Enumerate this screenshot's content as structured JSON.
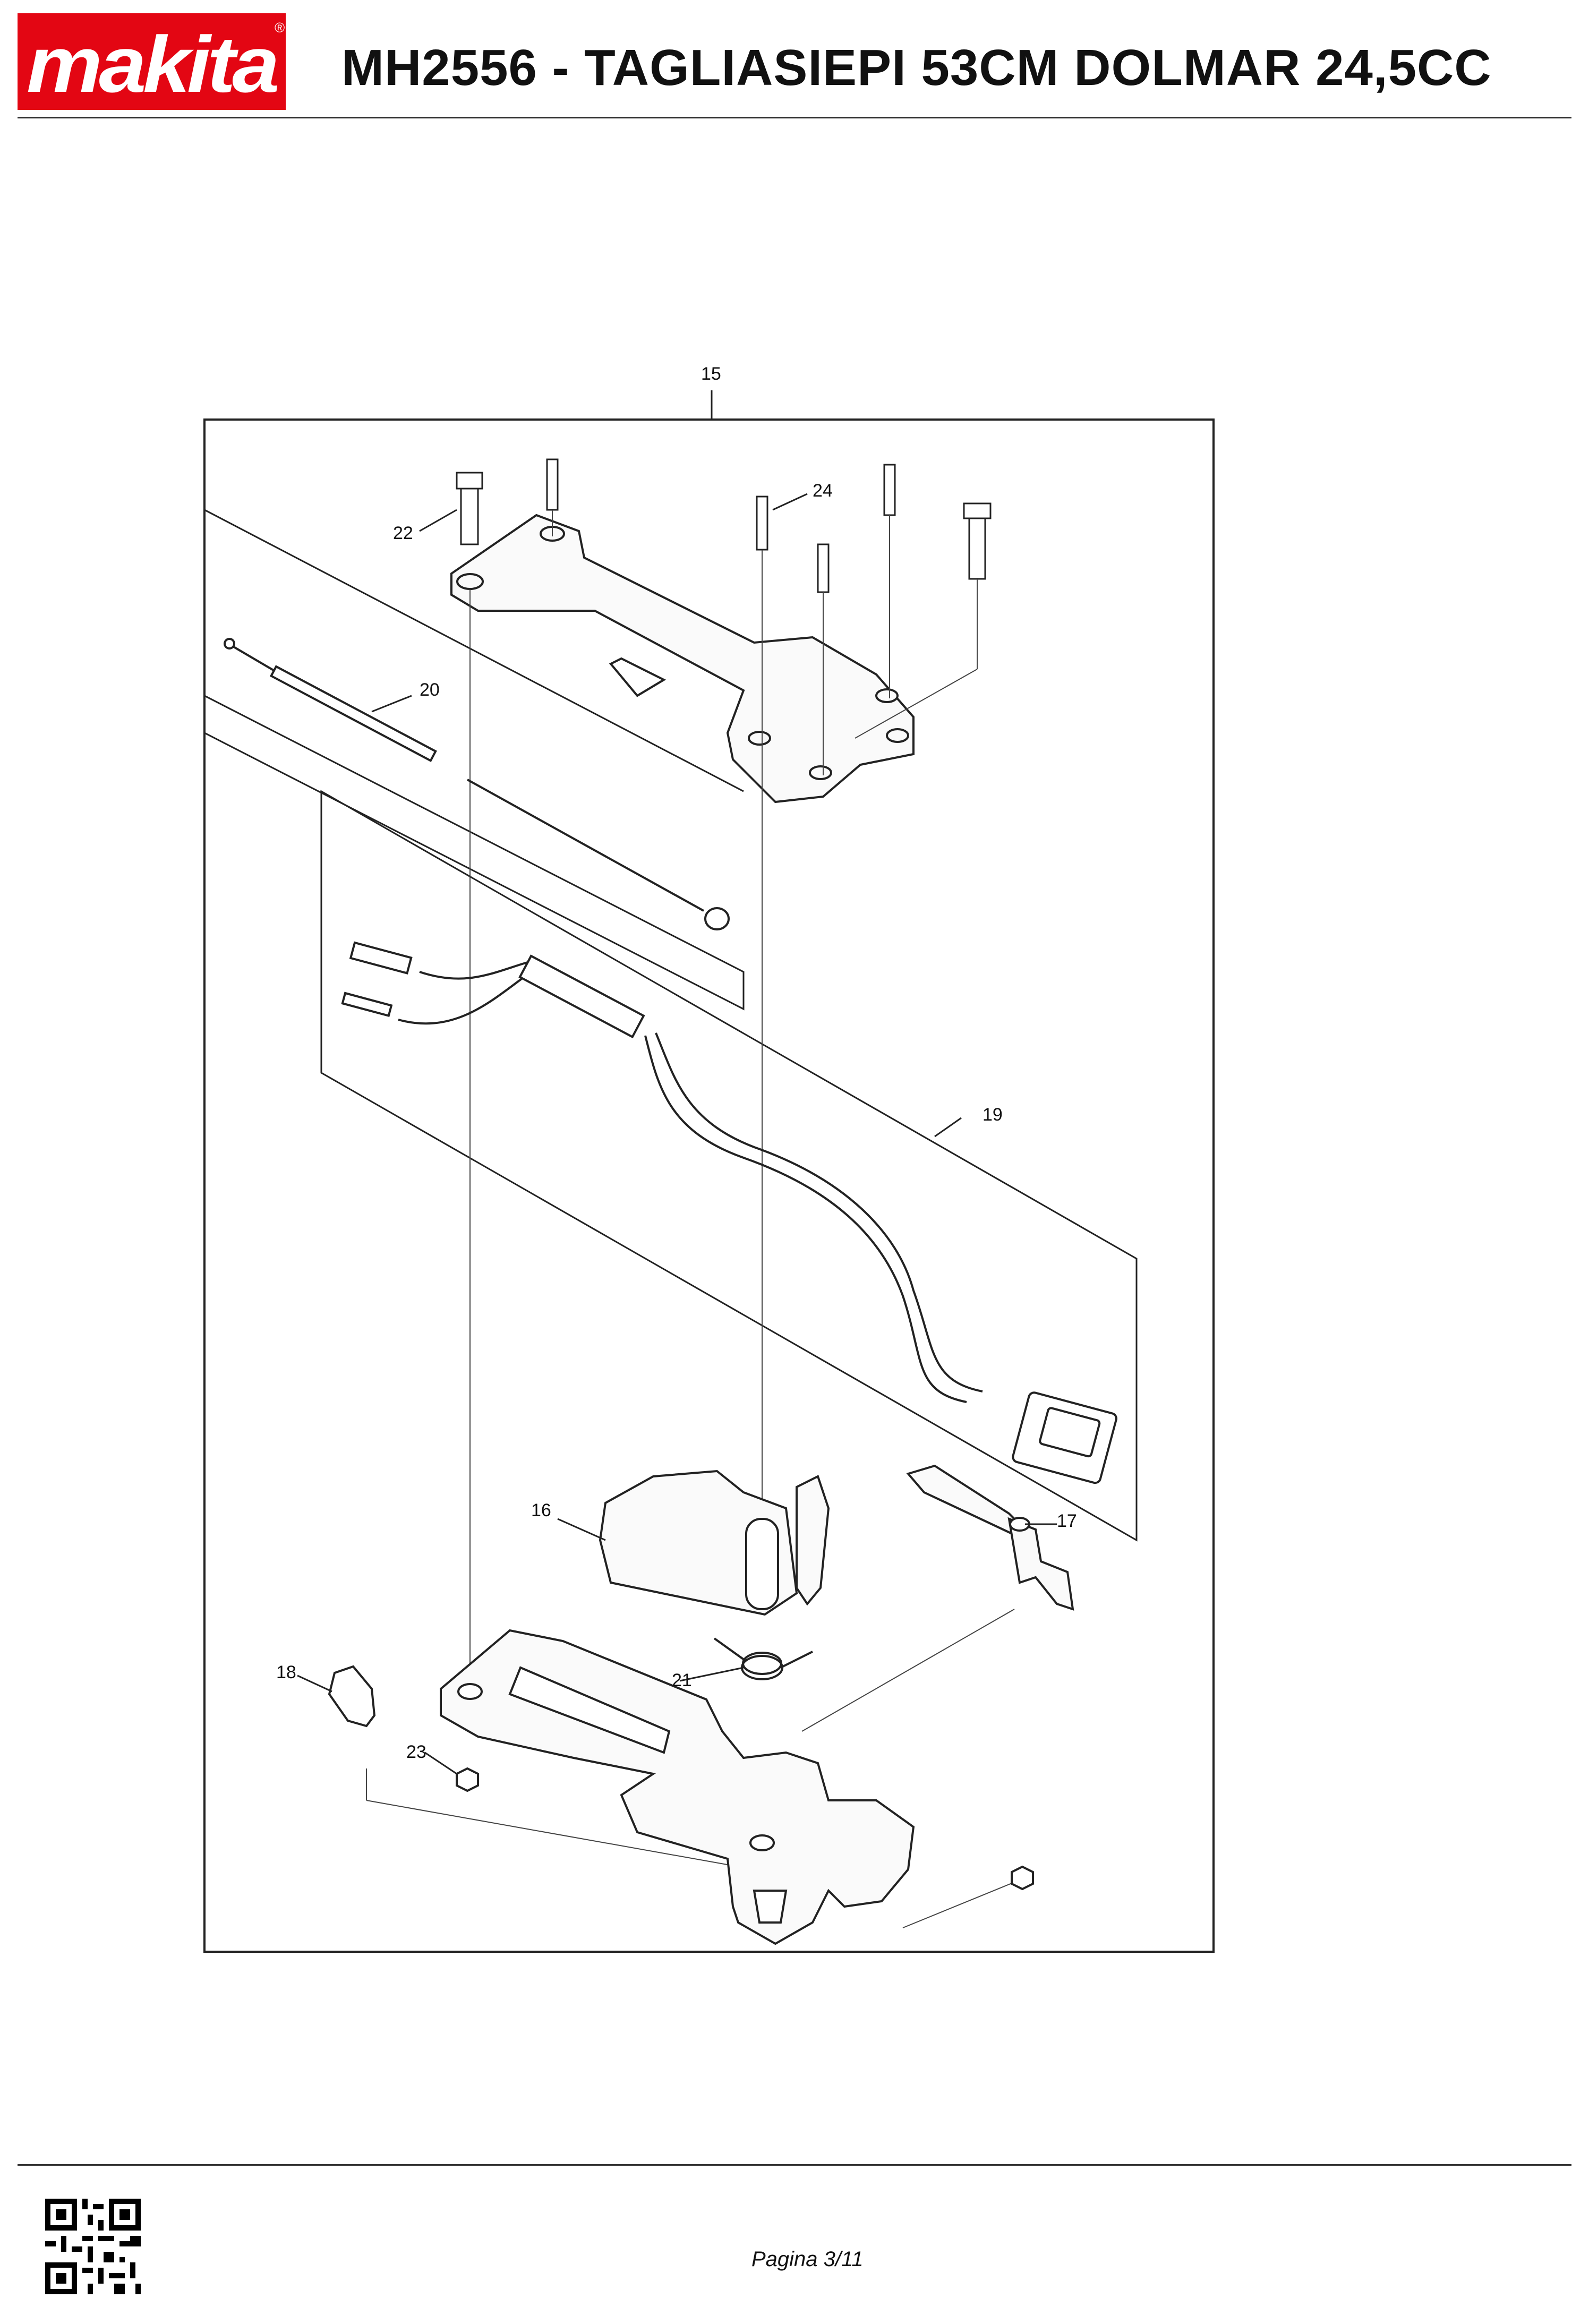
{
  "header": {
    "brand": "makita",
    "title": "MH2556 - TAGLIASIEPI 53CM DOLMAR 24,5CC",
    "brand_color": "#e30613"
  },
  "diagram": {
    "callouts": [
      "15",
      "16",
      "17",
      "18",
      "19",
      "20",
      "21",
      "22",
      "23",
      "24"
    ]
  },
  "footer": {
    "page": "Pagina 3/11",
    "qr_icon": "qr-code-icon"
  }
}
